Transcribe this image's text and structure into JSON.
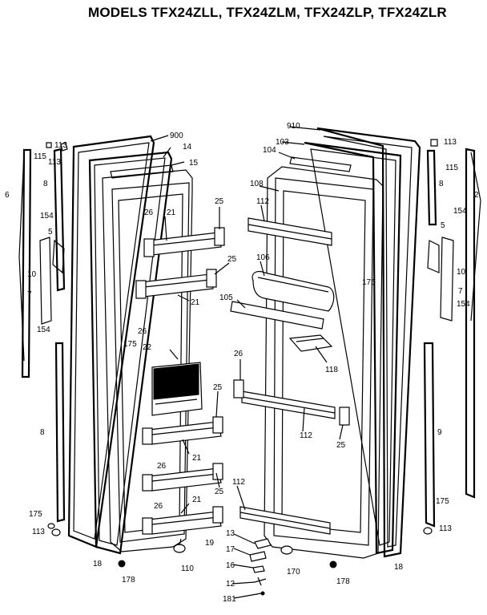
{
  "title": "MODELS TFX24ZLL, TFX24ZLM, TFX24ZLP, TFX24ZLR",
  "callouts": {
    "c900": "900",
    "c14": "14",
    "c15": "15",
    "c910": "910",
    "c103": "103",
    "c104": "104",
    "c108": "108",
    "c113_tl": "113",
    "c115_tl": "115",
    "c6": "6",
    "c8_tl": "8",
    "c154_l1": "154",
    "c5_l": "5",
    "c10_l": "10",
    "c7_l": "7",
    "c154_l2": "154",
    "c25_a": "25",
    "c26_a": "26",
    "c21_a": "21",
    "c25_b": "25",
    "c21_b": "21",
    "c26_b": "26",
    "c175_l": "175",
    "c22": "22",
    "c8_bl": "8",
    "c25_c": "25",
    "c21_c": "21",
    "c26_c": "26",
    "c25_d": "25",
    "c26_d": "26",
    "c21_d": "21",
    "c175_bl": "175",
    "c113_bl": "113",
    "c19": "19",
    "c18_l": "18",
    "c110": "110",
    "c178_l": "178",
    "c112_a": "112",
    "c106": "106",
    "c105": "105",
    "c175_m": "175",
    "c118": "118",
    "c26_r": "26",
    "c112_b": "112",
    "c25_r": "25",
    "c112_c": "112",
    "c13": "13",
    "c17": "17",
    "c16": "16",
    "c12": "12",
    "c181": "181",
    "c170": "170",
    "c178_r": "178",
    "c18_r": "18",
    "c113_tr": "113",
    "c115_tr": "115",
    "c8_tr": "8",
    "c2": "2",
    "c5_r": "5",
    "c154_r1": "154",
    "c10_r": "10",
    "c7_r": "7",
    "c154_r2": "154",
    "c9": "9",
    "c175_br": "175",
    "c113_br": "113"
  }
}
